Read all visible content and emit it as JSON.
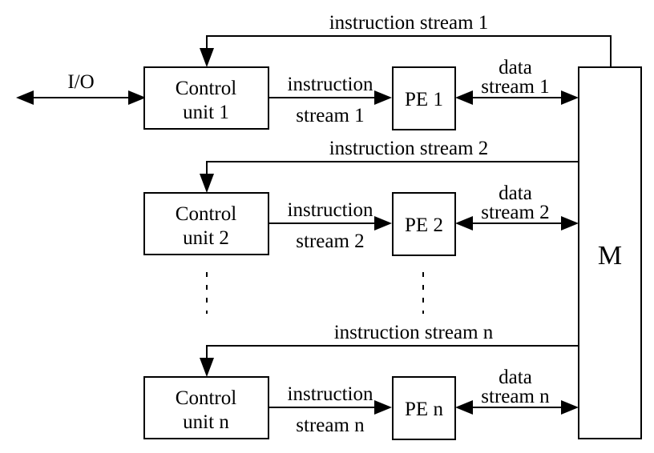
{
  "diagram": {
    "title_visible": false,
    "background_color": "#ffffff",
    "line_color": "#000000",
    "text_color": "#000000",
    "io": {
      "label": "I/O"
    },
    "memory": {
      "label": "M"
    },
    "rows": [
      {
        "control_unit_line1": "Control",
        "control_unit_line2": "unit 1",
        "pe_label": "PE 1",
        "instruction_arrow_line1": "instruction",
        "instruction_arrow_line2": "stream 1",
        "data_arrow_line1": "data",
        "data_arrow_line2": "stream 1",
        "feedback_label": "instruction stream 1"
      },
      {
        "control_unit_line1": "Control",
        "control_unit_line2": "unit 2",
        "pe_label": "PE 2",
        "instruction_arrow_line1": "instruction",
        "instruction_arrow_line2": "stream 2",
        "data_arrow_line1": "data",
        "data_arrow_line2": "stream 2",
        "feedback_label": "instruction stream 2"
      },
      {
        "control_unit_line1": "Control",
        "control_unit_line2": "unit n",
        "pe_label": "PE n",
        "instruction_arrow_line1": "instruction",
        "instruction_arrow_line2": "stream n",
        "data_arrow_line1": "data",
        "data_arrow_line2": "stream n",
        "feedback_label": "instruction stream n"
      }
    ]
  }
}
